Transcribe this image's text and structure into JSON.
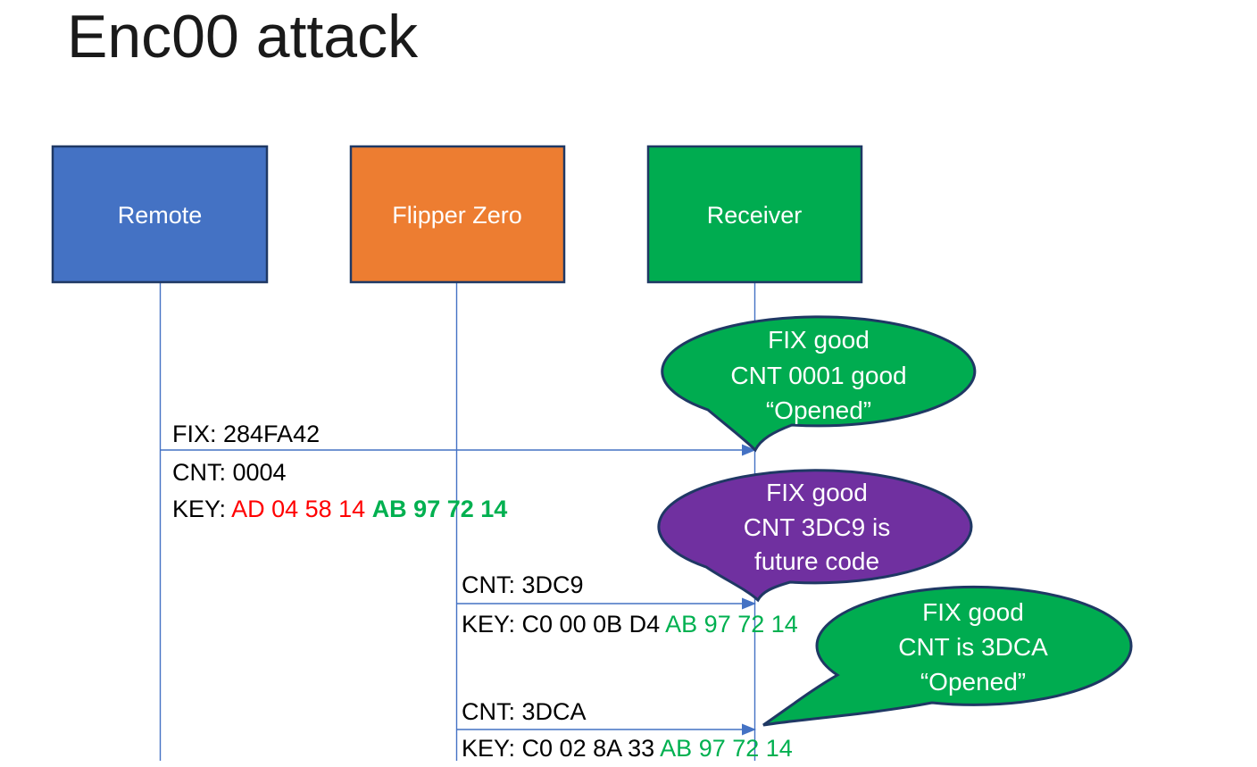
{
  "slide": {
    "title": "Enc00 attack"
  },
  "colors": {
    "actor_border": "#1F3864",
    "lifeline": "#4472C4",
    "arrow": "#4472C4",
    "text_black": "#000000",
    "text_red": "#FF0000",
    "text_green": "#00B050",
    "callout_green": "#00AC50",
    "callout_purple": "#7030A0",
    "callout_border": "#1F3864",
    "callout_text": "#FFFFFF"
  },
  "actors": [
    {
      "label": "Remote",
      "fill": "#4472C4"
    },
    {
      "label": "Flipper Zero",
      "fill": "#ED7D31"
    },
    {
      "label": "Receiver",
      "fill": "#00AC50"
    }
  ],
  "messages": [
    {
      "from": "Remote",
      "to": "Receiver",
      "fix_line": "FIX: 284FA42",
      "cnt_line": "CNT: 0004",
      "key_prefix": "KEY: ",
      "key_red": "AD 04 58 14 ",
      "key_green": "AB 97 72 14"
    },
    {
      "from": "Flipper Zero",
      "to": "Receiver",
      "cnt_line": "CNT: 3DC9",
      "key_prefix": "KEY: C0 00 0B D4 ",
      "key_green": "AB 97 72 14"
    },
    {
      "from": "Flipper Zero",
      "to": "Receiver",
      "cnt_line": "CNT: 3DCA",
      "key_prefix": "KEY: C0 02 8A 33 ",
      "key_green": "AB 97 72 14"
    }
  ],
  "callouts": [
    {
      "fill": "#00AC50",
      "line1": "FIX good",
      "line2": "CNT 0001 good",
      "line3": "“Opened”"
    },
    {
      "fill": "#7030A0",
      "line1": "FIX good",
      "line2": "CNT 3DC9 is",
      "line3": "future code"
    },
    {
      "fill": "#00AC50",
      "line1": "FIX good",
      "line2": "CNT is 3DCA",
      "line3": "“Opened”"
    }
  ]
}
